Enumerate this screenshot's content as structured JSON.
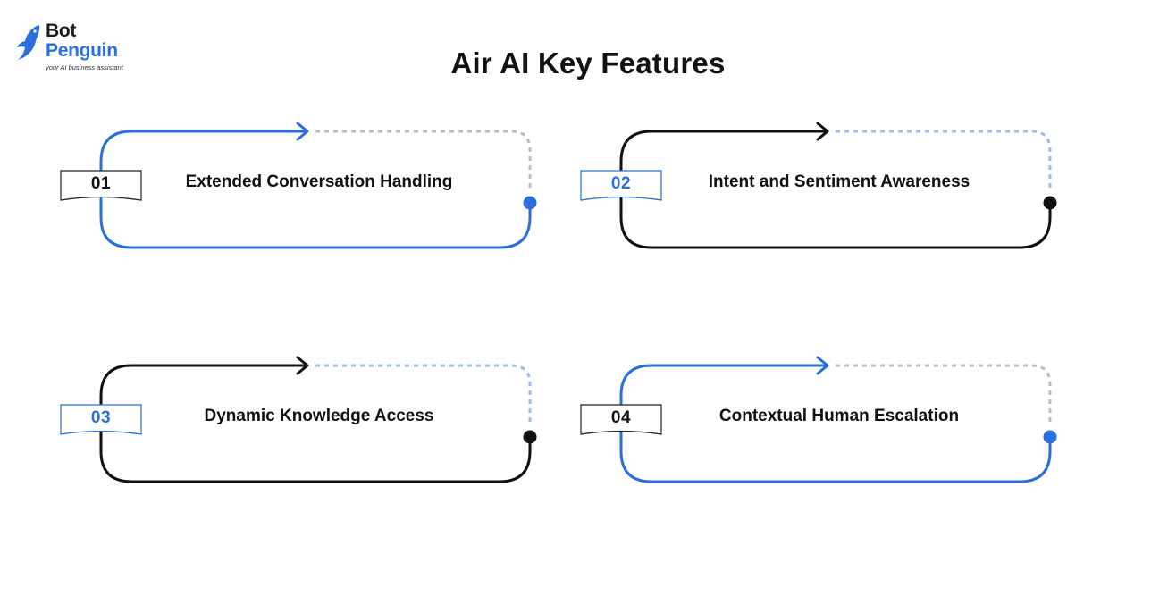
{
  "logo": {
    "bot": "Bot",
    "penguin": "Penguin",
    "tagline": "your AI business assistant"
  },
  "title": "Air AI Key Features",
  "colors": {
    "blue": "#2a6fdb",
    "black": "#111111",
    "dash_gray": "#b8bcc2",
    "dash_blue": "#9dbce9"
  },
  "features": [
    {
      "number": "01",
      "label": "Extended Conversation Handling",
      "theme": "blue"
    },
    {
      "number": "02",
      "label": "Intent and Sentiment Awareness",
      "theme": "black"
    },
    {
      "number": "03",
      "label": "Dynamic Knowledge Access",
      "theme": "black"
    },
    {
      "number": "04",
      "label": "Contextual Human Escalation",
      "theme": "blue"
    }
  ]
}
